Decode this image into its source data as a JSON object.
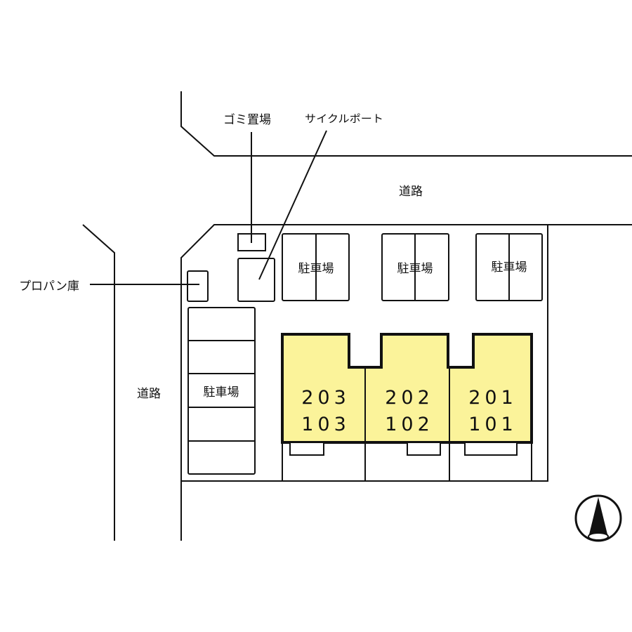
{
  "labels": {
    "garbage": "ゴミ置場",
    "cycle_port": "サイクルポート",
    "road_top": "道路",
    "road_left": "道路",
    "propane": "プロパン庫",
    "parking_top_1": "駐車場",
    "parking_top_2": "駐車場",
    "parking_top_3": "駐車場",
    "parking_left": "駐車場"
  },
  "units": [
    {
      "upper": "203",
      "lower": "103"
    },
    {
      "upper": "202",
      "lower": "102"
    },
    {
      "upper": "201",
      "lower": "101"
    }
  ],
  "colors": {
    "building": "#fbf39a",
    "line": "#111111"
  }
}
